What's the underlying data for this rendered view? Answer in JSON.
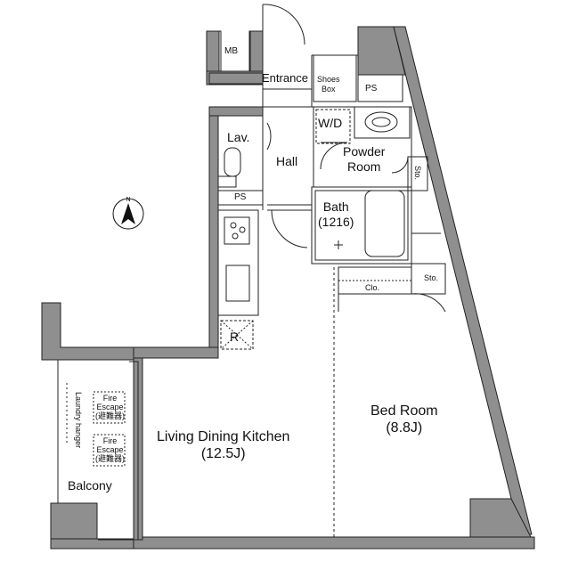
{
  "rooms": {
    "mb": "MB",
    "entrance": "Entrance",
    "shoes_box": [
      "Shoes",
      "Box"
    ],
    "ps_top": "PS",
    "wd": "W/D",
    "powder_room": [
      "Powder",
      "Room"
    ],
    "lav": "Lav.",
    "hall": "Hall",
    "ps_lav": "PS",
    "sto_upper": "Sto.",
    "bath": [
      "Bath",
      "(1216)"
    ],
    "clo": "Clo.",
    "sto_lower": "Sto.",
    "refrigerator": "R",
    "laundry_hanger": [
      "Laundry",
      "hanger"
    ],
    "fire_escape_1": [
      "Fire",
      "Escape",
      "(避難器)"
    ],
    "fire_escape_2": [
      "Fire",
      "Escape",
      "(避難器)"
    ],
    "balcony": "Balcony",
    "ldk": [
      "Living Dining Kitchen",
      "(12.5J)"
    ],
    "bedroom": [
      "Bed Room",
      "(8.8J)"
    ]
  },
  "north_label": "N",
  "colors": {
    "wall": "#8a8a8a",
    "wall_dark": "#5a5a5a",
    "line": "#222222"
  }
}
